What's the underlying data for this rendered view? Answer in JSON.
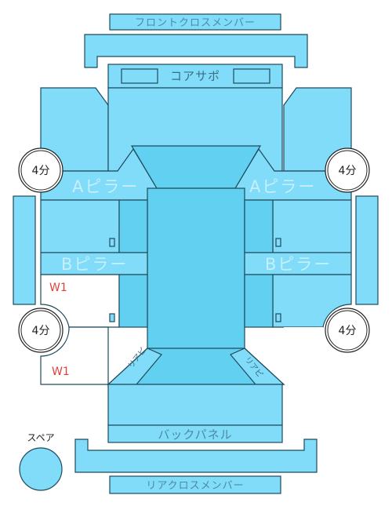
{
  "labels": {
    "front_cross_member": "フロントクロスメンバー",
    "core_support": "コアサポ",
    "a_pillar_left": "Aピラー",
    "a_pillar_right": "Aピラー",
    "b_pillar_left": "Bピラー",
    "b_pillar_right": "Bピラー",
    "back_panel": "バックパネル",
    "rear_cross_member": "リアクロスメンバー",
    "spare": "スペア",
    "rear_left_small": "リアピ",
    "rear_right_small": "リアピ"
  },
  "time_badges": {
    "front_left": "4分",
    "front_right": "4分",
    "rear_left": "4分",
    "rear_right": "4分"
  },
  "weld_marks": {
    "upper": "W1",
    "lower": "W1"
  },
  "colors": {
    "panel_fill": "#80dcf8",
    "panel_dark": "#62d0f0",
    "outline": "#1e4a5c",
    "weld_label": "#e0403a"
  }
}
